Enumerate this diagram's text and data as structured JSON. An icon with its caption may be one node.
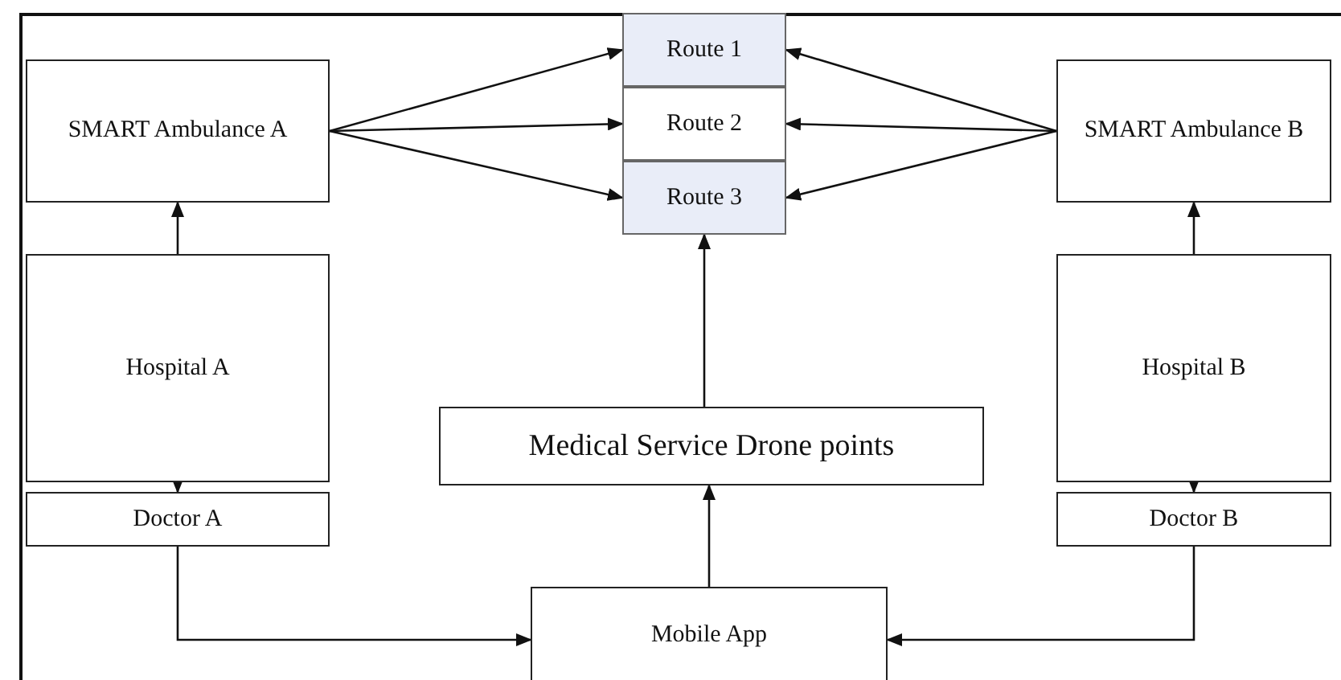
{
  "diagram": {
    "nodes": [
      {
        "text": [
          "SMART Ambulance A"
        ]
      },
      {
        "text": [
          "Route 1"
        ]
      },
      {
        "text": [
          "Route 2"
        ]
      },
      {
        "text": [
          "Route 3"
        ]
      },
      {
        "text": [
          "SMART Ambulance B"
        ]
      },
      {
        "text": [
          "Hospital A"
        ]
      },
      {
        "text": [
          "Medical Service Drone points"
        ]
      },
      {
        "text": [
          "Hospital B"
        ]
      },
      {
        "text": [
          "Doctor A"
        ]
      },
      {
        "text": [
          "Doctor B"
        ]
      },
      {
        "text": [
          "Mobile App"
        ]
      }
    ],
    "edges": [
      {
        "from": 0,
        "to": 1,
        "arrow": "to"
      },
      {
        "from": 0,
        "to": 2,
        "arrow": "to"
      },
      {
        "from": 0,
        "to": 3,
        "arrow": "to"
      },
      {
        "from": 4,
        "to": 1,
        "arrow": "to"
      },
      {
        "from": 4,
        "to": 2,
        "arrow": "to"
      },
      {
        "from": 4,
        "to": 3,
        "arrow": "to"
      },
      {
        "from": 5,
        "to": 0,
        "arrow": "to"
      },
      {
        "from": 5,
        "to": 8,
        "arrow": "to"
      },
      {
        "from": 7,
        "to": 4,
        "arrow": "to"
      },
      {
        "from": 7,
        "to": 9,
        "arrow": "to"
      },
      {
        "from": 6,
        "to": 3,
        "arrow": "to"
      },
      {
        "from": 10,
        "to": 6,
        "arrow": "to"
      },
      {
        "from": 8,
        "to": 10,
        "arrow": "to"
      },
      {
        "from": 9,
        "to": 10,
        "arrow": "to"
      }
    ]
  }
}
